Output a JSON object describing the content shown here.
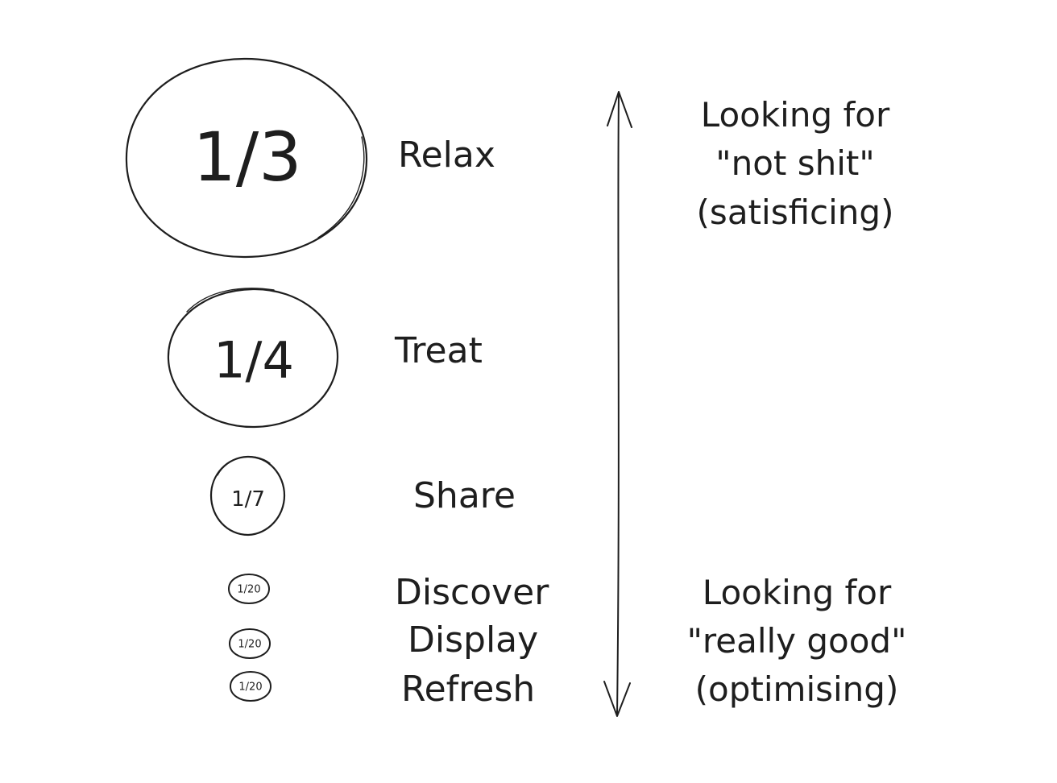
{
  "rows": [
    {
      "fraction": "1/3",
      "label": "Relax"
    },
    {
      "fraction": "1/4",
      "label": "Treat"
    },
    {
      "fraction": "1/7",
      "label": "Share"
    },
    {
      "fraction": "1/20",
      "label": "Discover"
    },
    {
      "fraction": "1/20",
      "label": "Display"
    },
    {
      "fraction": "1/20",
      "label": "Refresh"
    }
  ],
  "top_note": {
    "line1": "Looking for",
    "line2": "\"not shit\"",
    "line3": "(satisficing)"
  },
  "bottom_note": {
    "line1": "Looking for",
    "line2": "\"really good\"",
    "line3": "(optimising)"
  }
}
